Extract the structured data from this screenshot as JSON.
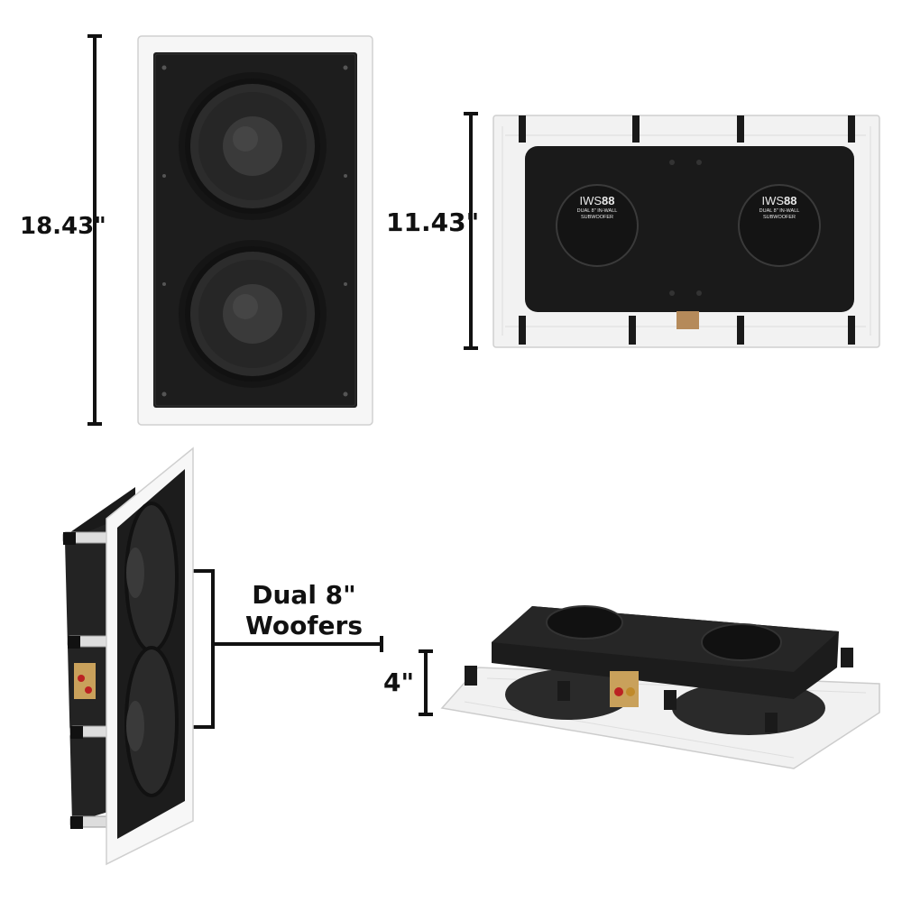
{
  "dimensions": {
    "height": "18.43\"",
    "depth_back_view": "11.43\"",
    "mounting_depth": "4\""
  },
  "callout": {
    "line1": "Dual 8\"",
    "line2": "Woofers"
  },
  "product_badge": {
    "model_prefix": "IWS",
    "model_number": "88",
    "line1": "DUAL 8\" IN-WALL",
    "line2": "SUBWOOFER"
  },
  "colors": {
    "text": "#111111",
    "frame": "#f4f4f4",
    "speaker_body": "#1b1b1b",
    "cone": "#2a2a2a"
  }
}
